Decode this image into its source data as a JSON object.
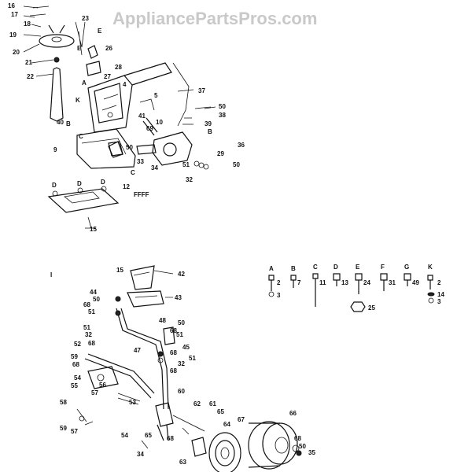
{
  "watermark": "AppliancePartsPros.com",
  "callouts": [
    {
      "id": "c16",
      "text": "16"
    },
    {
      "id": "c17",
      "text": "17"
    },
    {
      "id": "c18",
      "text": "18"
    },
    {
      "id": "c19",
      "text": "19"
    },
    {
      "id": "c20",
      "text": "20"
    },
    {
      "id": "c21",
      "text": "21"
    },
    {
      "id": "c22",
      "text": "22"
    },
    {
      "id": "c23",
      "text": "23"
    },
    {
      "id": "cE1",
      "text": "E"
    },
    {
      "id": "cE2",
      "text": "E"
    },
    {
      "id": "c26",
      "text": "26"
    },
    {
      "id": "c28",
      "text": "28"
    },
    {
      "id": "c27",
      "text": "27"
    },
    {
      "id": "cA1",
      "text": "A"
    },
    {
      "id": "c4",
      "text": "4"
    },
    {
      "id": "cK1",
      "text": "K"
    },
    {
      "id": "c37",
      "text": "37"
    },
    {
      "id": "c5",
      "text": "5"
    },
    {
      "id": "c50a",
      "text": "50"
    },
    {
      "id": "c41",
      "text": "41"
    },
    {
      "id": "c38",
      "text": "38"
    },
    {
      "id": "c10",
      "text": "10"
    },
    {
      "id": "c39",
      "text": "39"
    },
    {
      "id": "c40",
      "text": "40"
    },
    {
      "id": "cB1",
      "text": "B"
    },
    {
      "id": "cB2",
      "text": "B"
    },
    {
      "id": "c69",
      "text": "69"
    },
    {
      "id": "cC1",
      "text": "C"
    },
    {
      "id": "c36",
      "text": "36"
    },
    {
      "id": "c9",
      "text": "9"
    },
    {
      "id": "c50b",
      "text": "50"
    },
    {
      "id": "c29",
      "text": "29"
    },
    {
      "id": "c33",
      "text": "33"
    },
    {
      "id": "c51a",
      "text": "51"
    },
    {
      "id": "c50c",
      "text": "50"
    },
    {
      "id": "c34a",
      "text": "34"
    },
    {
      "id": "cC2",
      "text": "C"
    },
    {
      "id": "c32a",
      "text": "32"
    },
    {
      "id": "cD1",
      "text": "D"
    },
    {
      "id": "cD2",
      "text": "D"
    },
    {
      "id": "cD3",
      "text": "D"
    },
    {
      "id": "c12",
      "text": "12"
    },
    {
      "id": "cFFFF",
      "text": "FFFF"
    },
    {
      "id": "c15a",
      "text": "15"
    },
    {
      "id": "c15b",
      "text": "15"
    },
    {
      "id": "c42",
      "text": "42"
    },
    {
      "id": "c44",
      "text": "44"
    },
    {
      "id": "c50d",
      "text": "50"
    },
    {
      "id": "c43",
      "text": "43"
    },
    {
      "id": "c68a",
      "text": "68"
    },
    {
      "id": "c51b",
      "text": "51"
    },
    {
      "id": "c48",
      "text": "48"
    },
    {
      "id": "c50e",
      "text": "50"
    },
    {
      "id": "c51c",
      "text": "51"
    },
    {
      "id": "c68b",
      "text": "68"
    },
    {
      "id": "c32b",
      "text": "32"
    },
    {
      "id": "c51d",
      "text": "51"
    },
    {
      "id": "c68c",
      "text": "68"
    },
    {
      "id": "c47",
      "text": "47"
    },
    {
      "id": "c45",
      "text": "45"
    },
    {
      "id": "c52",
      "text": "52"
    },
    {
      "id": "c68d",
      "text": "68"
    },
    {
      "id": "c32c",
      "text": "32"
    },
    {
      "id": "c51e",
      "text": "51"
    },
    {
      "id": "c59",
      "text": "59"
    },
    {
      "id": "c68e",
      "text": "68"
    },
    {
      "id": "c54a",
      "text": "54"
    },
    {
      "id": "c55",
      "text": "55"
    },
    {
      "id": "c56",
      "text": "56"
    },
    {
      "id": "c68f",
      "text": "68"
    },
    {
      "id": "c57a",
      "text": "57"
    },
    {
      "id": "c60",
      "text": "60"
    },
    {
      "id": "c53",
      "text": "53"
    },
    {
      "id": "c58",
      "text": "58"
    },
    {
      "id": "c62",
      "text": "62"
    },
    {
      "id": "c61",
      "text": "61"
    },
    {
      "id": "c65",
      "text": "65"
    },
    {
      "id": "c67",
      "text": "67"
    },
    {
      "id": "c66",
      "text": "66"
    },
    {
      "id": "c64",
      "text": "64"
    },
    {
      "id": "c54b",
      "text": "54"
    },
    {
      "id": "c65b",
      "text": "65"
    },
    {
      "id": "c68g",
      "text": "68"
    },
    {
      "id": "c63",
      "text": "63"
    },
    {
      "id": "c34b",
      "text": "34"
    },
    {
      "id": "c68h",
      "text": "68"
    },
    {
      "id": "c50f",
      "text": "50"
    },
    {
      "id": "c35",
      "text": "35"
    },
    {
      "id": "c59b",
      "text": "59"
    },
    {
      "id": "c57b",
      "text": "57"
    },
    {
      "id": "cI",
      "text": "I"
    }
  ],
  "hardware_legend": [
    {
      "letter": "A",
      "number": "2",
      "extra": "3"
    },
    {
      "letter": "B",
      "number": "7"
    },
    {
      "letter": "C",
      "number": "11"
    },
    {
      "letter": "D",
      "number": "13"
    },
    {
      "letter": "E",
      "number": "24",
      "extra": "25"
    },
    {
      "letter": "F",
      "number": "31"
    },
    {
      "letter": "G",
      "number": "49"
    },
    {
      "letter": "K",
      "number": "2",
      "extra": "14",
      "extra2": "3"
    }
  ]
}
